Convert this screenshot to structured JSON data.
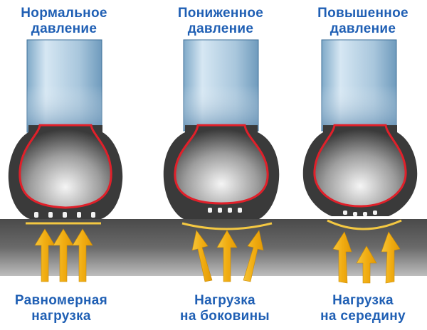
{
  "columns": [
    {
      "id": "normal",
      "title": [
        "Нормальное",
        "давление"
      ],
      "caption": [
        "Равномерная",
        "нагрузка"
      ]
    },
    {
      "id": "under",
      "title": [
        "Пониженное",
        "давление"
      ],
      "caption": [
        "Нагрузка",
        "на боковины"
      ]
    },
    {
      "id": "over",
      "title": [
        "Повышенное",
        "давление"
      ],
      "caption": [
        "Нагрузка",
        "на середину"
      ]
    }
  ],
  "colors": {
    "text": "#1f5fb4",
    "rim": "#b9d3e6",
    "tire": "#3b3b3b",
    "inner_line": "#e0202a",
    "road": "#585858",
    "arrow": "#f2b21c",
    "contact_line": "#f4c842"
  }
}
